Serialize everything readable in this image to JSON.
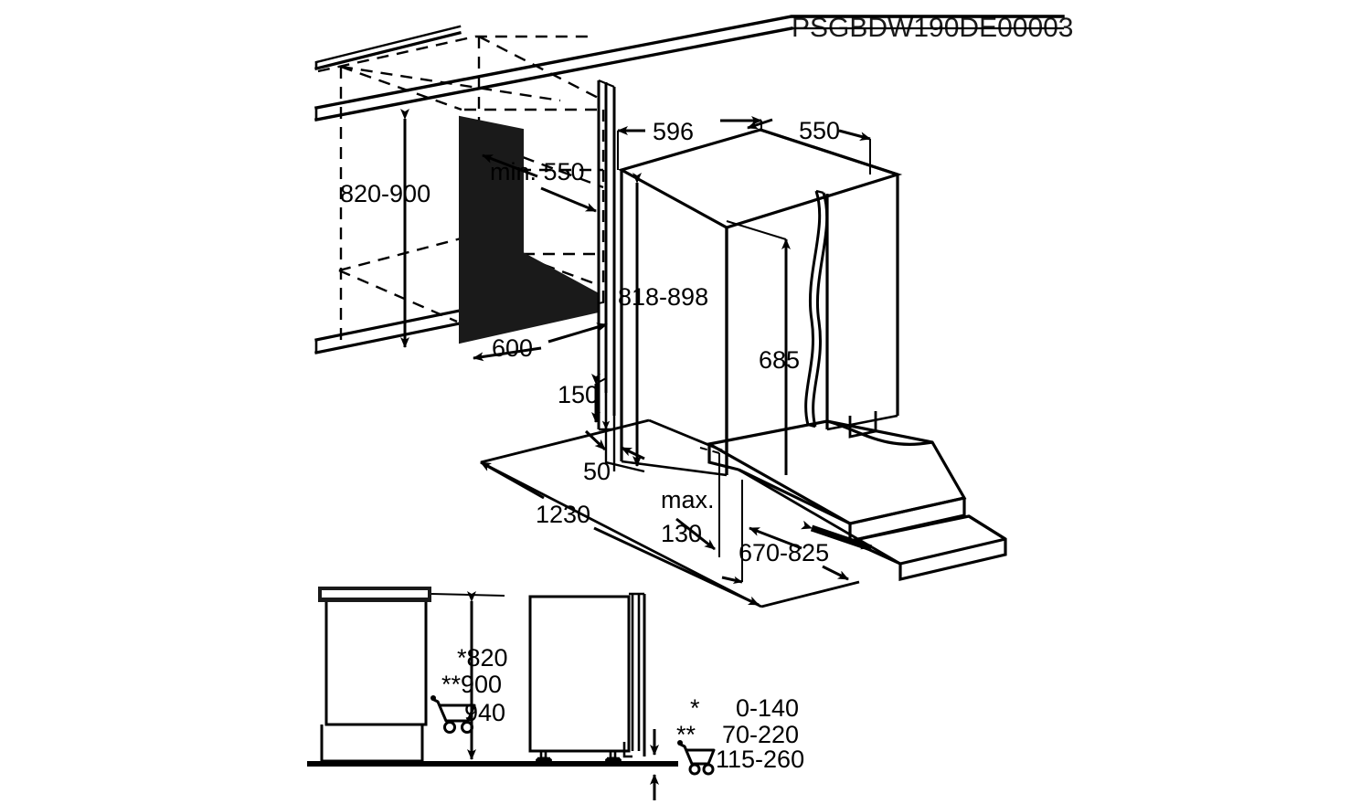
{
  "drawing": {
    "title": "PSGBDW190DE00003",
    "type": "technical-installation-drawing",
    "subject": "built-in dishwasher niche installation",
    "units": "mm",
    "line_color": "#000000",
    "background_color": "#ffffff",
    "fill_color": "#1a1a1a"
  },
  "dimensions": {
    "niche_height": "820-900",
    "niche_depth_min": "min. 550",
    "niche_width": "600",
    "appliance_depth": "596",
    "appliance_width": "550",
    "appliance_height": "818-898",
    "door_panel_height": "685",
    "service_offset_top": "150",
    "service_offset_bottom": "50",
    "service_reach": "1230",
    "plinth_max": "max.",
    "plinth_max_value": "130",
    "door_panel_width_range": "670-825"
  },
  "front_view": {
    "height_star": "*820",
    "height_doublestar": "**900",
    "height_cart": "940",
    "cart_icon": "shopping-cart-icon"
  },
  "legend": {
    "rows": [
      {
        "marker": "*",
        "value": "0-140",
        "icon": null
      },
      {
        "marker": "**",
        "value": "70-220",
        "icon": null
      },
      {
        "marker": "",
        "value": "115-260",
        "icon": "shopping-cart-icon"
      }
    ]
  }
}
